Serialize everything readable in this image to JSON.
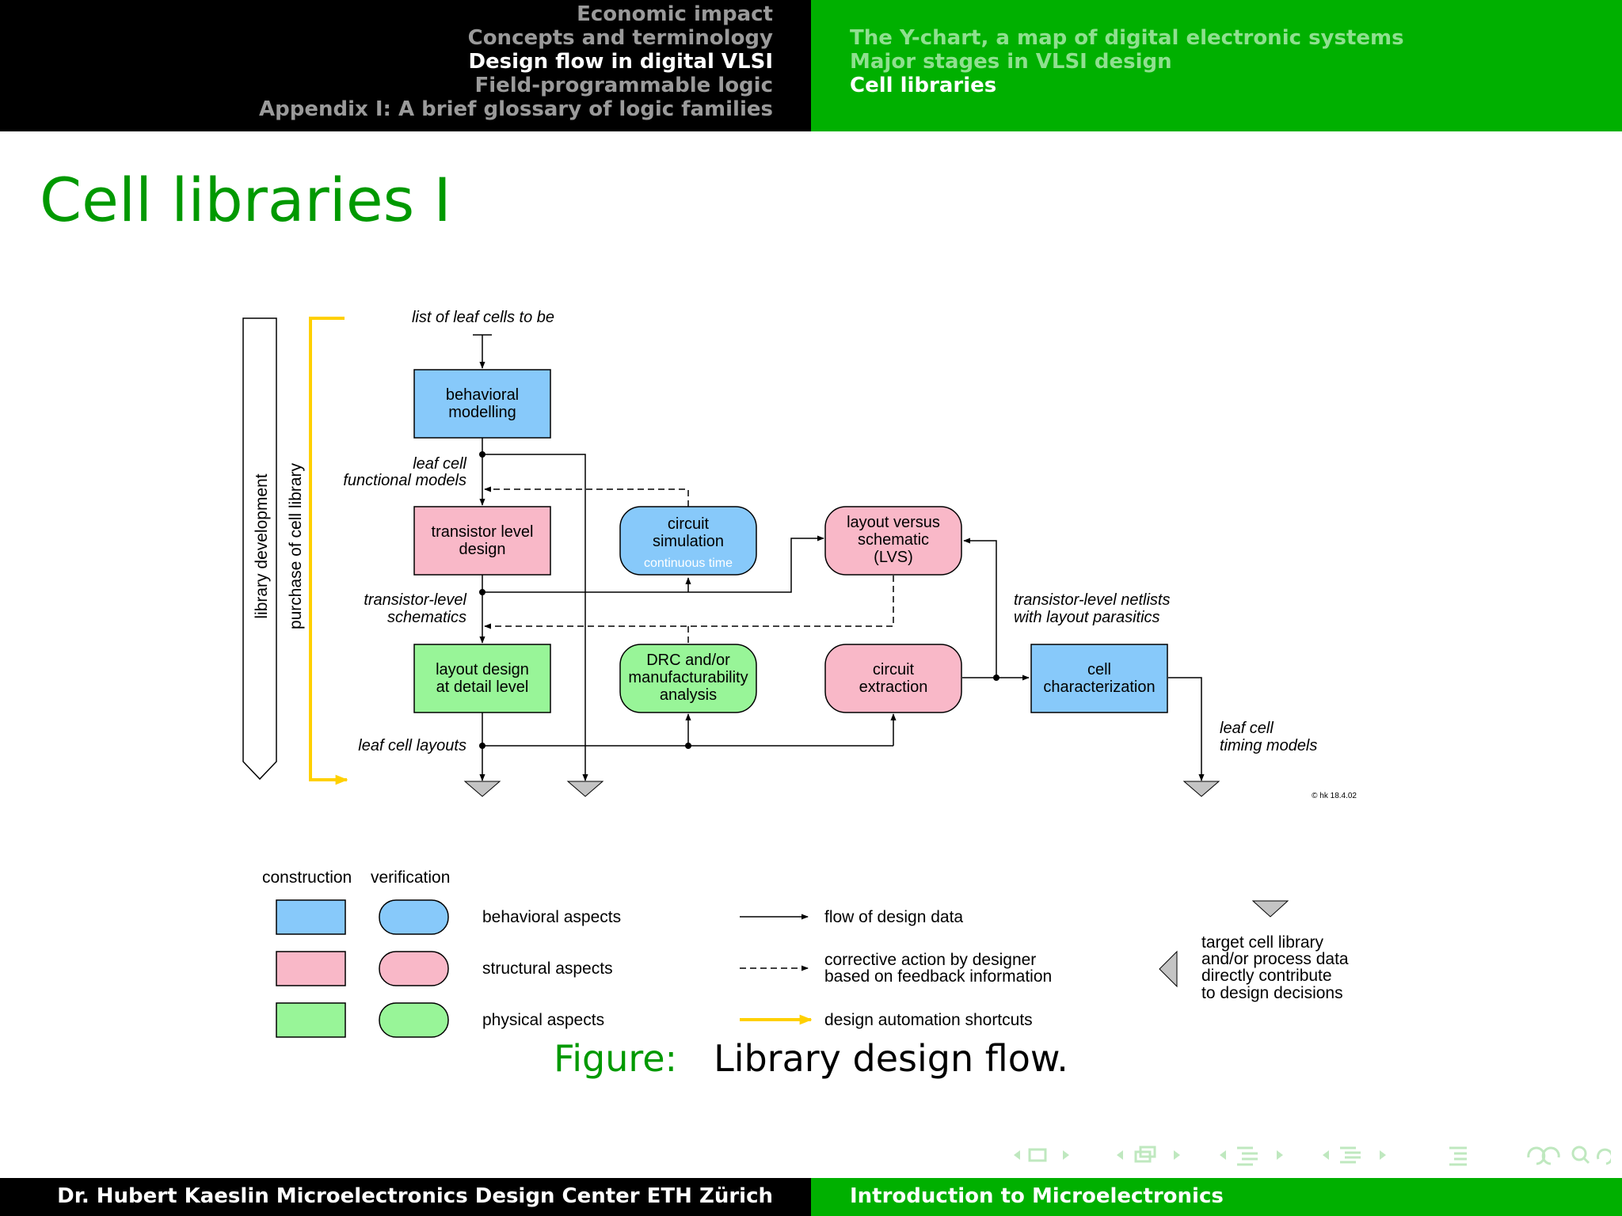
{
  "header": {
    "sections": [
      {
        "label": "Economic impact",
        "active": false
      },
      {
        "label": "Concepts and terminology",
        "active": false
      },
      {
        "label": "Design flow in digital VLSI",
        "active": true
      },
      {
        "label": "Field-programmable logic",
        "active": false
      },
      {
        "label": "Appendix I: A brief glossary of logic families",
        "active": false
      }
    ],
    "subsections": [
      {
        "label": "The Y-chart, a map of digital electronic systems",
        "active": false
      },
      {
        "label": "Major stages in VLSI design",
        "active": false
      },
      {
        "label": "Cell libraries",
        "active": true
      }
    ]
  },
  "slide": {
    "title": "Cell libraries I"
  },
  "diagram": {
    "input_label": "list of leaf cells to be",
    "side_arrows": {
      "library": "library development",
      "purchase": "purchase of cell library"
    },
    "boxes": {
      "behavioral": [
        "behavioral",
        "modelling"
      ],
      "transistor": [
        "transistor level",
        "design"
      ],
      "simulation": [
        "circuit",
        "simulation"
      ],
      "simulation_note": "continuous time",
      "lvs": [
        "layout versus",
        "schematic",
        "(LVS)"
      ],
      "layout": [
        "layout design",
        "at detail level"
      ],
      "drc": [
        "DRC and/or",
        "manufacturability",
        "analysis"
      ],
      "extraction": [
        "circuit",
        "extraction"
      ],
      "characterization": [
        "cell",
        "characterization"
      ]
    },
    "flow_labels": {
      "functional": [
        "leaf cell",
        "functional models"
      ],
      "schematics": [
        "transistor-level",
        "schematics"
      ],
      "layouts": "leaf cell layouts",
      "netlists": [
        "transistor-level netlists",
        "with layout parasitics"
      ],
      "timing": [
        "leaf cell",
        "timing models"
      ]
    },
    "copyright": "© hk 18.4.02",
    "colors": {
      "behavioral": "#87c9fa",
      "structural": "#f9b8c8",
      "physical": "#98f598",
      "shortcut": "#ffd000",
      "target": "#c4c4c4"
    }
  },
  "legend": {
    "construction": "construction",
    "verification": "verification",
    "behavioral": "behavioral aspects",
    "structural": "structural aspects",
    "physical": "physical aspects",
    "flow": "flow of design data",
    "corrective": [
      "corrective action by designer",
      "based on feedback information"
    ],
    "shortcuts": "design automation shortcuts",
    "target": [
      "target cell library",
      "and/or process data",
      "directly contribute",
      "to design decisions"
    ]
  },
  "caption": {
    "label": "Figure:",
    "text": "Library design flow."
  },
  "footer": {
    "left": "Dr. Hubert Kaeslin Microelectronics Design Center ETH Zürich",
    "right": "Introduction to Microelectronics"
  }
}
